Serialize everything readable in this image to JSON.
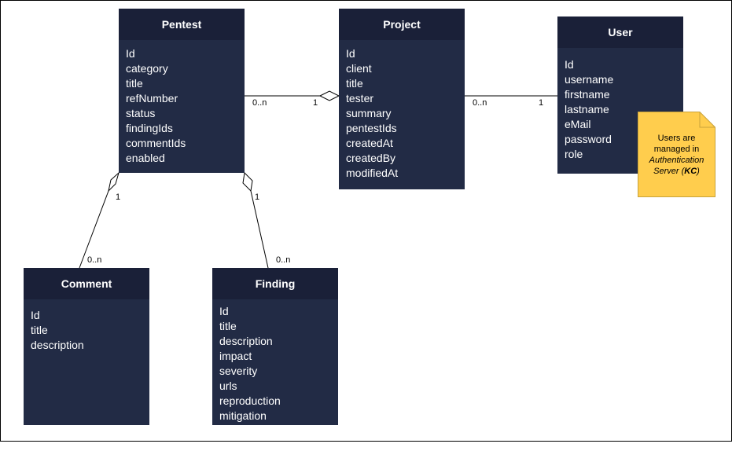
{
  "entities": {
    "pentest": {
      "title": "Pentest",
      "fields": [
        "Id",
        "category",
        "title",
        "refNumber",
        "status",
        "findingIds",
        "commentIds",
        "enabled"
      ]
    },
    "project": {
      "title": "Project",
      "fields": [
        "Id",
        "client",
        "title",
        "tester",
        "summary",
        "pentestIds",
        "createdAt",
        "createdBy",
        "modifiedAt"
      ]
    },
    "user": {
      "title": "User",
      "fields": [
        "Id",
        "username",
        "firstname",
        "lastname",
        "eMail",
        "password",
        "role"
      ]
    },
    "comment": {
      "title": "Comment",
      "fields": [
        "Id",
        "title",
        "description"
      ]
    },
    "finding": {
      "title": "Finding",
      "fields": [
        "Id",
        "title",
        "description",
        "impact",
        "severity",
        "urls",
        "reproduction",
        "mitigation"
      ]
    }
  },
  "multiplicities": {
    "pentest_project_many": "0..n",
    "pentest_project_one": "1",
    "project_user_many": "0..n",
    "project_user_one": "1",
    "pentest_comment_one": "1",
    "pentest_comment_many": "0..n",
    "pentest_finding_one": "1",
    "pentest_finding_many": "0..n"
  },
  "note": {
    "line1": "Users are",
    "line2": "managed in",
    "line3": "Authentication",
    "line4_prefix": "Server (",
    "line4_bold": "KC",
    "line4_suffix": ")",
    "fill": "#ffcd4d"
  },
  "colors": {
    "entity_body": "#222b45",
    "entity_header": "#1a2038"
  }
}
